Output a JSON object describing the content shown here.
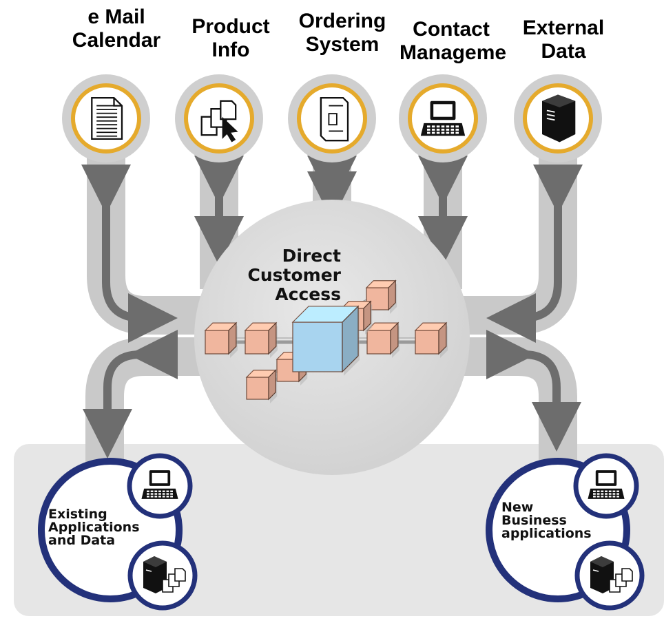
{
  "hub": {
    "title_lines": [
      "Direct",
      "Customer",
      "Access"
    ],
    "hub_color": "#d9d9d9",
    "cube_color": "#f0b69e",
    "center_cube_color": "#a8d4ef"
  },
  "sources": [
    {
      "lines": [
        "e Mail",
        "Calendar"
      ],
      "icon": "document-icon"
    },
    {
      "lines": [
        "Product",
        "Info"
      ],
      "icon": "documents-cursor-icon"
    },
    {
      "lines": [
        "Ordering",
        "System"
      ],
      "icon": "server-icon"
    },
    {
      "lines": [
        "Contact",
        "Management"
      ],
      "icon": "laptop-icon"
    },
    {
      "lines": [
        "External",
        "Data"
      ],
      "icon": "black-server-icon"
    }
  ],
  "groups": {
    "existing": {
      "lines": [
        "Existing",
        "Applications",
        "and Data"
      ],
      "icons": [
        "laptop-icon",
        "server-documents-icon"
      ]
    },
    "new": {
      "lines": [
        "New",
        "Business",
        "applications"
      ],
      "icons": [
        "laptop-icon",
        "server-documents-icon"
      ]
    }
  },
  "colors": {
    "connector": "#c9c9c9",
    "arrow": "#6d6d6d",
    "ring_accent": "#e5aa2c",
    "group_ring": "#23317a",
    "panel": "#e6e6e6"
  }
}
